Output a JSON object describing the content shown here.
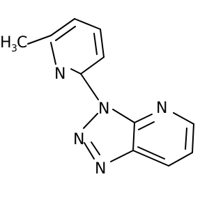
{
  "molecule": {
    "atoms": {
      "methyl": {
        "text": "H",
        "subscript": "3",
        "suffix": "C"
      },
      "pyridine_n": {
        "text": "N"
      },
      "triazole_n3": {
        "text": "N"
      },
      "triazole_n2": {
        "text": "N"
      },
      "triazole_n1": {
        "text": "N"
      },
      "pyridine_n_fused": {
        "text": "N"
      }
    }
  }
}
